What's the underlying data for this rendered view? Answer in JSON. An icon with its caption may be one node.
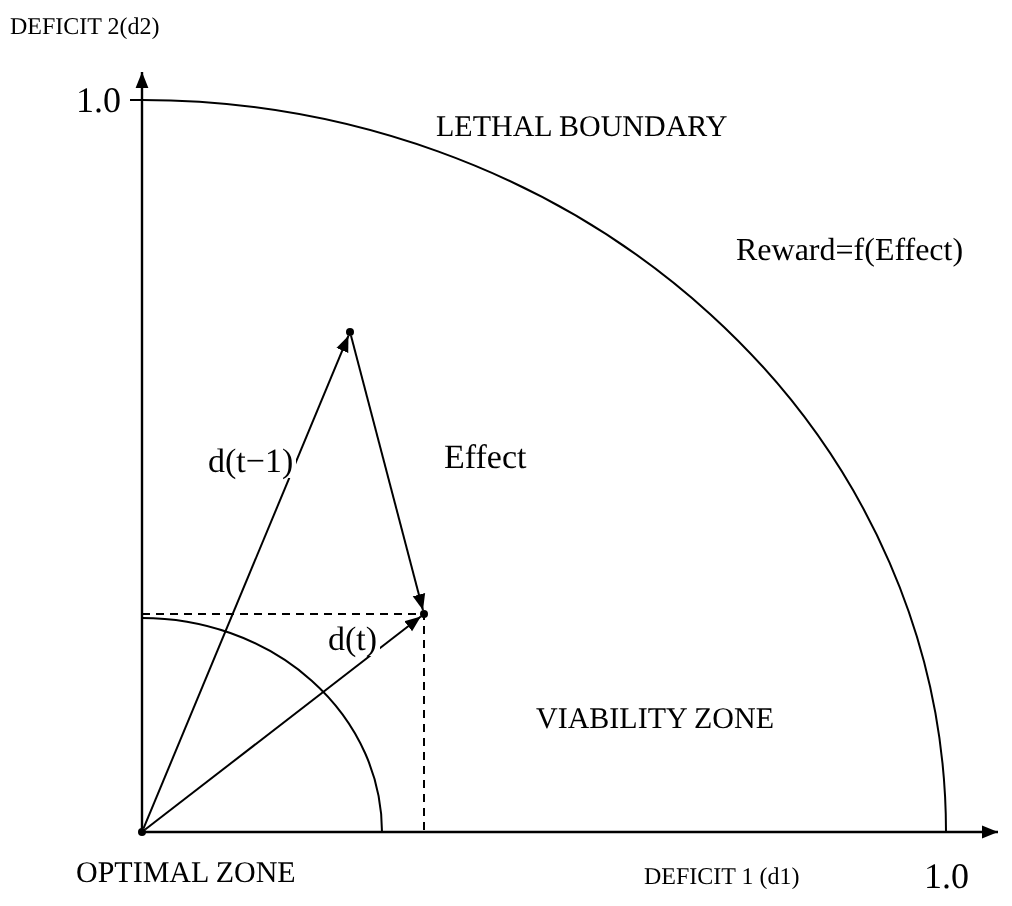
{
  "diagram": {
    "nodes": [
      {
        "text": [],
        "shape": "point"
      },
      {
        "text": [],
        "shape": "point"
      },
      {
        "text": [],
        "shape": "point"
      }
    ],
    "edges": [
      {
        "from": 0,
        "to": 1,
        "arrow": "to",
        "label": "d(t−1)"
      },
      {
        "from": 1,
        "to": 2,
        "arrow": "to",
        "label": "Effect"
      },
      {
        "from": 0,
        "to": 2,
        "arrow": "to",
        "label": "d(t)"
      }
    ],
    "labels": [
      "DEFICIT 2(d2)",
      "1.0",
      "LETHAL BOUNDARY",
      "Reward=f(Effect)",
      "VIABILITY ZONE",
      "OPTIMAL ZONE",
      "DEFICIT 1 (d1)",
      "1.0"
    ]
  }
}
